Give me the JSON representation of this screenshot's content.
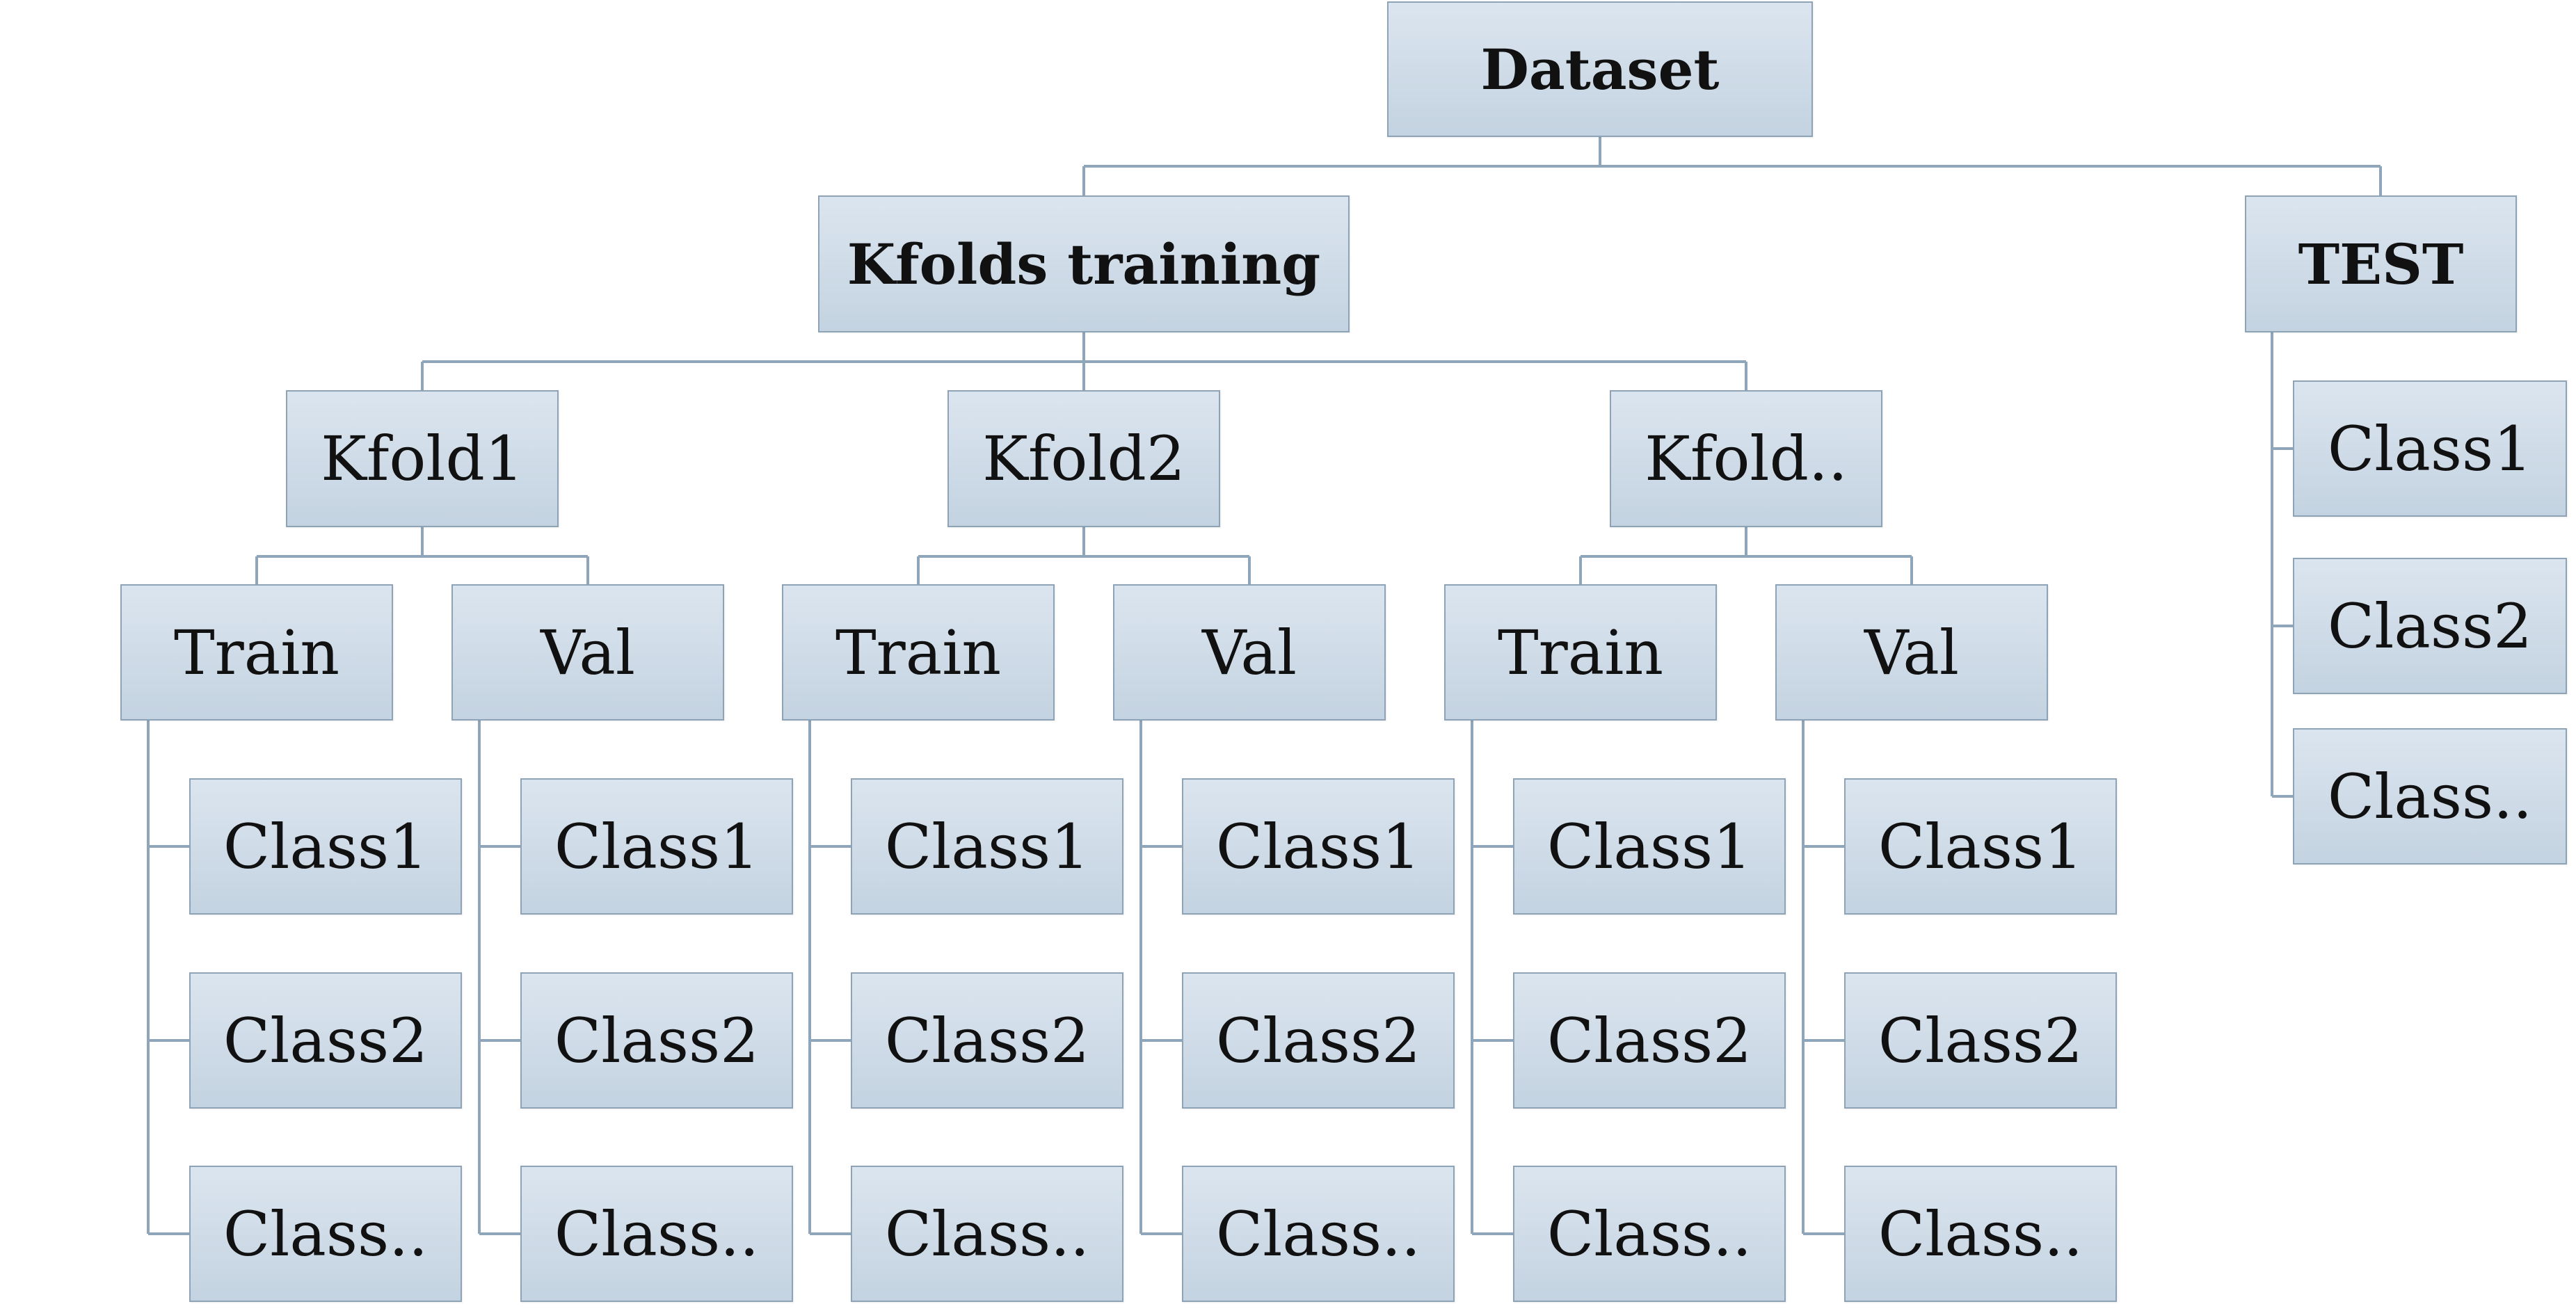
{
  "diagram": {
    "root": {
      "label": "Dataset",
      "children": [
        {
          "label": "Kfolds training",
          "children": [
            {
              "label": "Kfold1",
              "children": [
                {
                  "label": "Train",
                  "children": [
                    {
                      "label": "Class1"
                    },
                    {
                      "label": "Class2"
                    },
                    {
                      "label": "Class.."
                    }
                  ]
                },
                {
                  "label": "Val",
                  "children": [
                    {
                      "label": "Class1"
                    },
                    {
                      "label": "Class2"
                    },
                    {
                      "label": "Class.."
                    }
                  ]
                }
              ]
            },
            {
              "label": "Kfold2",
              "children": [
                {
                  "label": "Train",
                  "children": [
                    {
                      "label": "Class1"
                    },
                    {
                      "label": "Class2"
                    },
                    {
                      "label": "Class.."
                    }
                  ]
                },
                {
                  "label": "Val",
                  "children": [
                    {
                      "label": "Class1"
                    },
                    {
                      "label": "Class2"
                    },
                    {
                      "label": "Class.."
                    }
                  ]
                }
              ]
            },
            {
              "label": "Kfold..",
              "children": [
                {
                  "label": "Train",
                  "children": [
                    {
                      "label": "Class1"
                    },
                    {
                      "label": "Class2"
                    },
                    {
                      "label": "Class.."
                    }
                  ]
                },
                {
                  "label": "Val",
                  "children": [
                    {
                      "label": "Class1"
                    },
                    {
                      "label": "Class2"
                    },
                    {
                      "label": "Class.."
                    }
                  ]
                }
              ]
            }
          ]
        },
        {
          "label": "TEST",
          "children": [
            {
              "label": "Class1"
            },
            {
              "label": "Class2"
            },
            {
              "label": "Class.."
            }
          ]
        }
      ]
    },
    "colors": {
      "box_fill_top": "#dbe5ef",
      "box_fill_bottom": "#c4d3e1",
      "box_border": "#8fa3b7",
      "connector": "#8ea5ba",
      "text": "#111111"
    }
  }
}
